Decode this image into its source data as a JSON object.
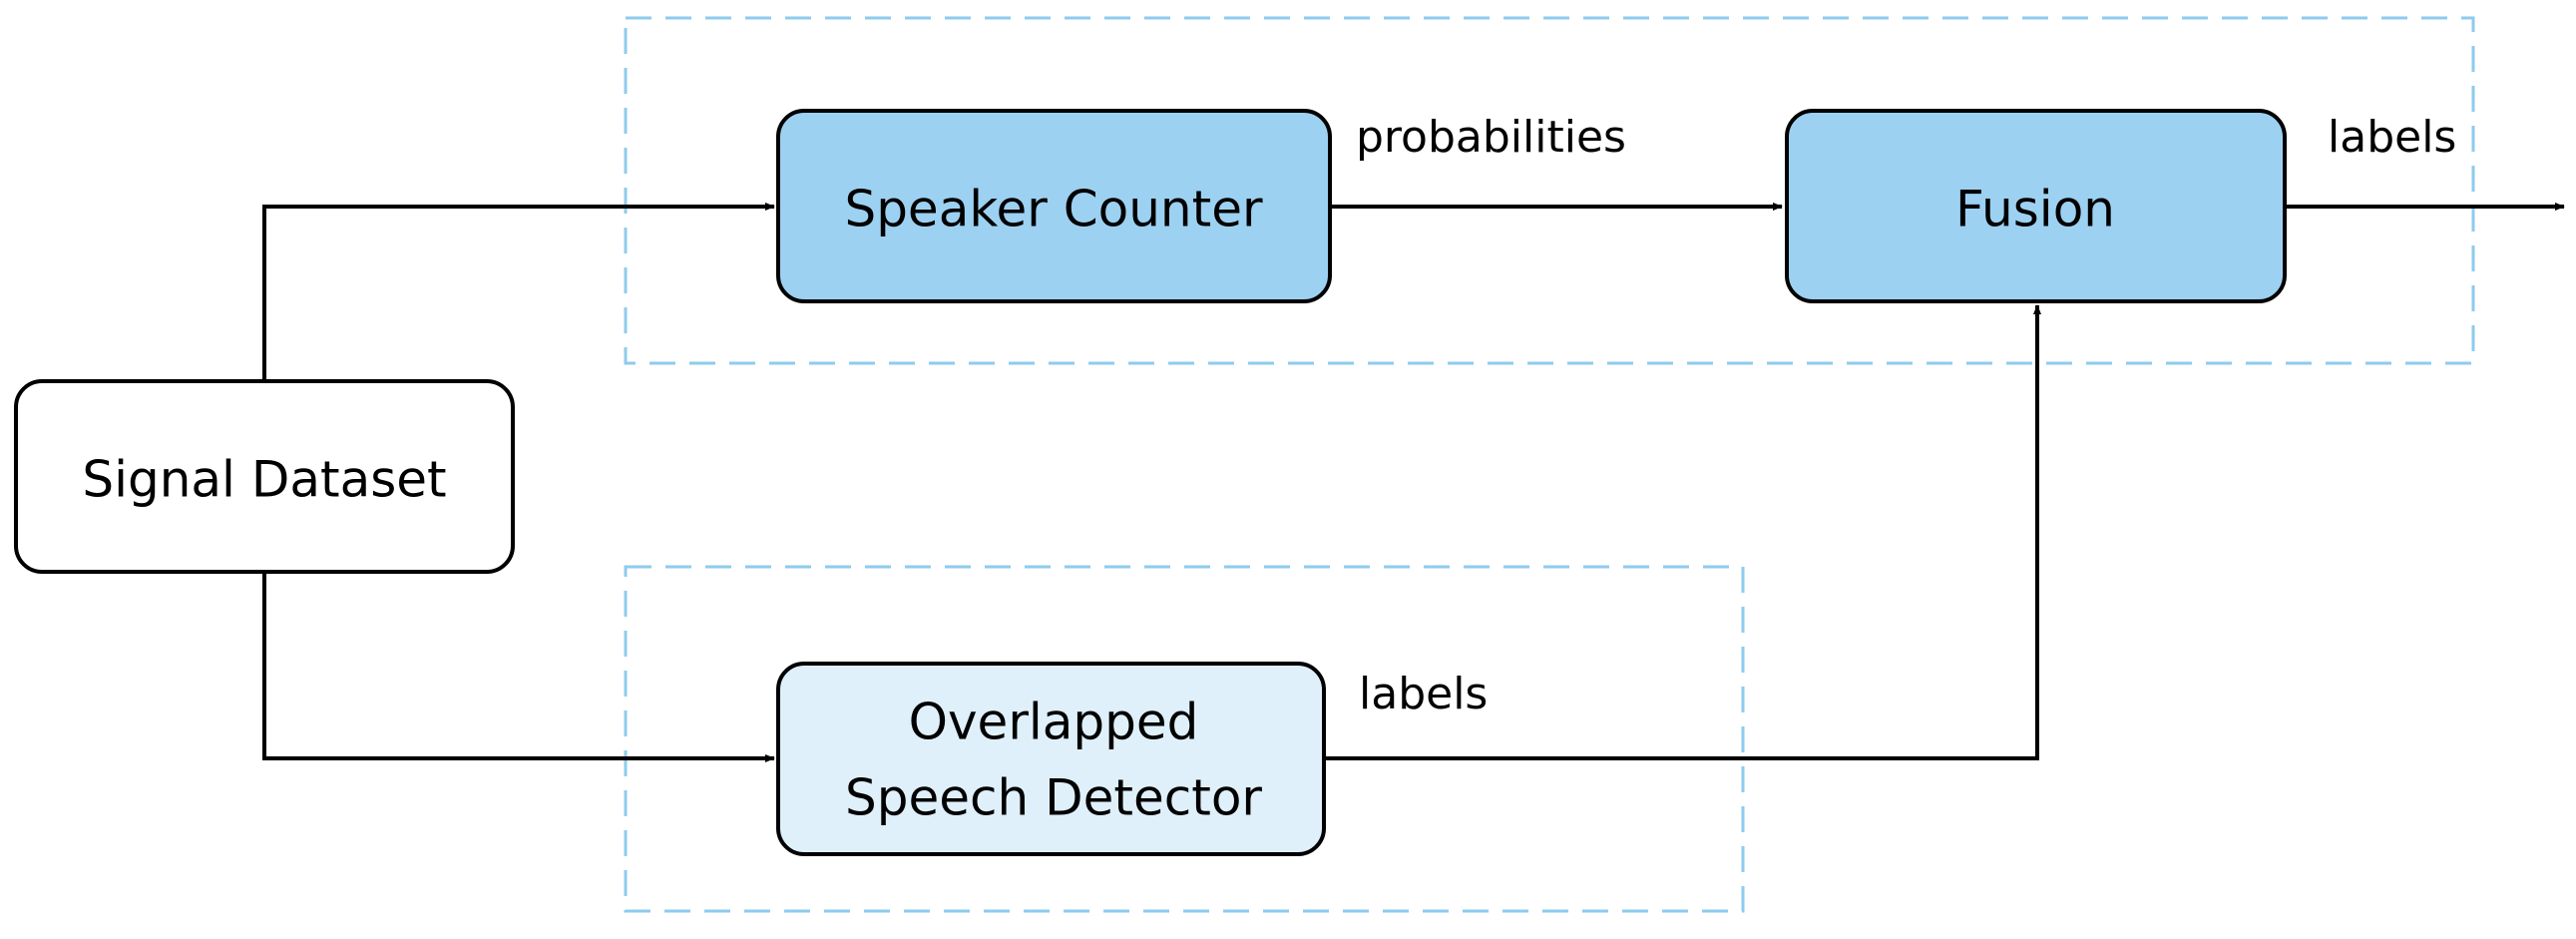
{
  "colors": {
    "primary_block": "#9dd1f2",
    "secondary_block": "#dff0fb",
    "input_block": "#ffffff",
    "group_outline": "#8ecbee",
    "stroke": "#000000"
  },
  "nodes": {
    "signal_dataset": "Signal Dataset",
    "speaker_counter": "Speaker Counter",
    "fusion": "Fusion",
    "osd_line1": "Overlapped",
    "osd_line2": "Speech Detector"
  },
  "edges": {
    "counter_to_fusion": "probabilities",
    "fusion_output": "labels",
    "detector_to_fusion": "labels"
  }
}
